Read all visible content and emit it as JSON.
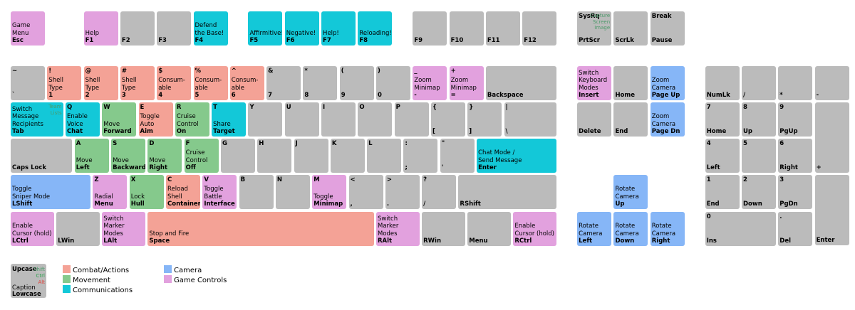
{
  "colors": {
    "unassigned": "#bbbbbb",
    "combat": "#f4a296",
    "movement": "#85c98c",
    "communications": "#13c8d8",
    "camera": "#86b6f7",
    "game_controls": "#e2a1de"
  },
  "keys": [
    {
      "id": "esc",
      "base": "Esc",
      "action": "Game\nMenu",
      "cat": "game_controls"
    },
    {
      "id": "f1",
      "base": "F1",
      "action": "Help",
      "cat": "game_controls"
    },
    {
      "id": "f2",
      "base": "F2"
    },
    {
      "id": "f3",
      "base": "F3"
    },
    {
      "id": "f4",
      "base": "F4",
      "action": "Defend\nthe Base!",
      "cat": "communications"
    },
    {
      "id": "f5",
      "base": "F5",
      "action": "Affirmitive!",
      "cat": "communications"
    },
    {
      "id": "f6",
      "base": "F6",
      "action": "Negative!",
      "cat": "communications"
    },
    {
      "id": "f7",
      "base": "F7",
      "action": "Help!",
      "cat": "communications"
    },
    {
      "id": "f8",
      "base": "F8",
      "action": "Reloading!",
      "cat": "communications"
    },
    {
      "id": "f9",
      "base": "F9"
    },
    {
      "id": "f10",
      "base": "F10"
    },
    {
      "id": "f11",
      "base": "F11"
    },
    {
      "id": "f12",
      "base": "F12"
    },
    {
      "id": "prtscr",
      "base": "PrtScr",
      "top": "SysRq",
      "mods": [
        {
          "t": "Capture\nScreen\nImage",
          "c": "m1"
        }
      ]
    },
    {
      "id": "scrlk",
      "base": "ScrLk"
    },
    {
      "id": "pause",
      "base": "Pause",
      "top": "Break"
    },
    {
      "id": "backtick",
      "base": "`",
      "top": "~"
    },
    {
      "id": "k1",
      "base": "1",
      "top": "!",
      "action": "Shell\nType",
      "cat": "combat"
    },
    {
      "id": "k2",
      "base": "2",
      "top": "@",
      "action": "Shell\nType",
      "cat": "combat"
    },
    {
      "id": "k3",
      "base": "3",
      "top": "#",
      "action": "Shell\nType",
      "cat": "combat"
    },
    {
      "id": "k4",
      "base": "4",
      "top": "$",
      "action": "Consum-\nable",
      "cat": "combat"
    },
    {
      "id": "k5",
      "base": "5",
      "top": "%",
      "action": "Consum-\nable",
      "cat": "combat"
    },
    {
      "id": "k6",
      "base": "6",
      "top": "^",
      "action": "Consum-\nable",
      "cat": "combat"
    },
    {
      "id": "k7",
      "base": "7",
      "top": "&"
    },
    {
      "id": "k8",
      "base": "8",
      "top": "*"
    },
    {
      "id": "k9",
      "base": "9",
      "top": "("
    },
    {
      "id": "k0",
      "base": "0",
      "top": ")"
    },
    {
      "id": "minus",
      "base": "-",
      "top": "_",
      "action": "Zoom\nMinimap",
      "cat": "game_controls"
    },
    {
      "id": "equals",
      "base": "=",
      "top": "+",
      "action": "Zoom\nMinimap",
      "cat": "game_controls"
    },
    {
      "id": "backspace",
      "base": "Backspace"
    },
    {
      "id": "insert",
      "base": "Insert",
      "action": "Switch\nKeyboard\nModes",
      "cat": "game_controls"
    },
    {
      "id": "home",
      "base": "Home"
    },
    {
      "id": "pageup",
      "base": "Page Up",
      "action": "Zoom\nCamera",
      "cat": "camera"
    },
    {
      "id": "numlk",
      "base": "NumLk"
    },
    {
      "id": "numdiv",
      "base": "/"
    },
    {
      "id": "nummul",
      "base": "*"
    },
    {
      "id": "numsub",
      "base": "-"
    },
    {
      "id": "tab",
      "base": "Tab",
      "action": "Switch\nMessage\nRecipients",
      "cat": "communications",
      "mods": [
        {
          "t": "Team\nLists",
          "c": "m1"
        }
      ]
    },
    {
      "id": "q",
      "base": "Chat",
      "top": "Q",
      "action": "Enable\nVoice",
      "cat": "communications"
    },
    {
      "id": "w",
      "base": "Forward",
      "top": "W",
      "action": "Move",
      "cat": "movement"
    },
    {
      "id": "e",
      "base": "Aim",
      "top": "E",
      "action": "Toggle\nAuto",
      "cat": "combat"
    },
    {
      "id": "r",
      "base": "On",
      "top": "R",
      "action": "Cruise\nControl",
      "cat": "movement"
    },
    {
      "id": "t",
      "base": "Target",
      "top": "T",
      "action": "Share",
      "cat": "communications"
    },
    {
      "id": "y",
      "top": "Y"
    },
    {
      "id": "u",
      "top": "U"
    },
    {
      "id": "i",
      "top": "I"
    },
    {
      "id": "o",
      "top": "O"
    },
    {
      "id": "p",
      "top": "P"
    },
    {
      "id": "lbracket",
      "base": "[",
      "top": "{"
    },
    {
      "id": "rbracket",
      "base": "]",
      "top": "}"
    },
    {
      "id": "backslash",
      "base": "\\",
      "top": "|"
    },
    {
      "id": "delete",
      "base": "Delete"
    },
    {
      "id": "end",
      "base": "End"
    },
    {
      "id": "pagedn",
      "base": "Page Dn",
      "action": "Zoom\nCamera",
      "cat": "camera"
    },
    {
      "id": "num7",
      "base": "Home",
      "top": "7"
    },
    {
      "id": "num8",
      "base": "Up",
      "top": "8"
    },
    {
      "id": "num9",
      "base": "PgUp",
      "top": "9"
    },
    {
      "id": "numadd",
      "base": "+"
    },
    {
      "id": "capslock",
      "base": "Caps Lock"
    },
    {
      "id": "a",
      "base": "Left",
      "top": "A",
      "action": "Move",
      "cat": "movement"
    },
    {
      "id": "s",
      "base": "Backward",
      "top": "S",
      "action": "Move",
      "cat": "movement"
    },
    {
      "id": "d",
      "base": "Right",
      "top": "D",
      "action": "Move",
      "cat": "movement"
    },
    {
      "id": "f",
      "base": "Off",
      "top": "F",
      "action": "Cruise\nControl",
      "cat": "movement"
    },
    {
      "id": "g",
      "top": "G"
    },
    {
      "id": "h",
      "top": "H"
    },
    {
      "id": "j",
      "top": "J"
    },
    {
      "id": "k",
      "top": "K"
    },
    {
      "id": "l",
      "top": "L"
    },
    {
      "id": "semicolon",
      "base": ";",
      "top": ":"
    },
    {
      "id": "quote",
      "base": "'",
      "top": "\""
    },
    {
      "id": "enter",
      "base": "Enter",
      "action": "Chat Mode /\nSend Message",
      "cat": "communications"
    },
    {
      "id": "num4",
      "base": "Left",
      "top": "4"
    },
    {
      "id": "num5",
      "top": "5"
    },
    {
      "id": "num6",
      "base": "Right",
      "top": "6"
    },
    {
      "id": "lshift",
      "base": "LShift",
      "action": "Toggle\nSniper Mode",
      "cat": "camera"
    },
    {
      "id": "z",
      "base": "Menu",
      "top": "Z",
      "action": "Radial",
      "cat": "game_controls"
    },
    {
      "id": "x",
      "base": "Hull",
      "top": "X",
      "action": "Lock",
      "cat": "movement"
    },
    {
      "id": "c",
      "base": "Container",
      "top": "C",
      "action": "Reload\nShell",
      "cat": "combat"
    },
    {
      "id": "v",
      "base": "Interface",
      "top": "V",
      "action": "Toggle\nBattle",
      "cat": "game_controls"
    },
    {
      "id": "b",
      "top": "B"
    },
    {
      "id": "n",
      "top": "N"
    },
    {
      "id": "m",
      "base": "Minimap",
      "top": "M",
      "action": "Toggle",
      "cat": "game_controls"
    },
    {
      "id": "comma",
      "base": ",",
      "top": "<"
    },
    {
      "id": "period",
      "base": ".",
      "top": ">"
    },
    {
      "id": "slash",
      "base": "/",
      "top": "?"
    },
    {
      "id": "rshift",
      "base": "RShift"
    },
    {
      "id": "up",
      "base": "Up",
      "action": "Rotate\nCamera",
      "cat": "camera"
    },
    {
      "id": "num1",
      "base": "End",
      "top": "1"
    },
    {
      "id": "num2",
      "base": "Down",
      "top": "2"
    },
    {
      "id": "num3",
      "base": "PgDn",
      "top": "3"
    },
    {
      "id": "numenter",
      "base": "Enter"
    },
    {
      "id": "lctrl",
      "base": "LCtrl",
      "action": "Enable\nCursor (hold)",
      "cat": "game_controls"
    },
    {
      "id": "lwin",
      "base": "LWin"
    },
    {
      "id": "lalt",
      "base": "LAlt",
      "action": "Switch\nMarker\nModes",
      "cat": "game_controls"
    },
    {
      "id": "space",
      "base": "Space",
      "action": "Stop and Fire",
      "cat": "combat"
    },
    {
      "id": "ralt",
      "base": "RAlt",
      "action": "Switch\nMarker\nModes",
      "cat": "game_controls"
    },
    {
      "id": "rwin",
      "base": "RWin"
    },
    {
      "id": "menu",
      "base": "Menu"
    },
    {
      "id": "rctrl",
      "base": "RCtrl",
      "action": "Enable\nCursor (hold)",
      "cat": "game_controls"
    },
    {
      "id": "left",
      "base": "Left",
      "action": "Rotate\nCamera",
      "cat": "camera"
    },
    {
      "id": "down",
      "base": "Down",
      "action": "Rotate\nCamera",
      "cat": "camera"
    },
    {
      "id": "right",
      "base": "Right",
      "action": "Rotate\nCamera",
      "cat": "camera"
    },
    {
      "id": "num0",
      "base": "Ins",
      "top": "0"
    },
    {
      "id": "numdel",
      "base": "Del",
      "top": "."
    }
  ],
  "legend_key": {
    "upcase": "Upcase",
    "shift": "Shift",
    "ctrl": "Ctrl",
    "alt": "Alt",
    "caption": "Caption",
    "lowcase": "Lowcase"
  },
  "legend": [
    {
      "label": "Combat/Actions",
      "cat": "combat"
    },
    {
      "label": "Movement",
      "cat": "movement"
    },
    {
      "label": "Communications",
      "cat": "communications"
    },
    {
      "label": "Camera",
      "cat": "camera"
    },
    {
      "label": "Game Controls",
      "cat": "game_controls"
    }
  ]
}
